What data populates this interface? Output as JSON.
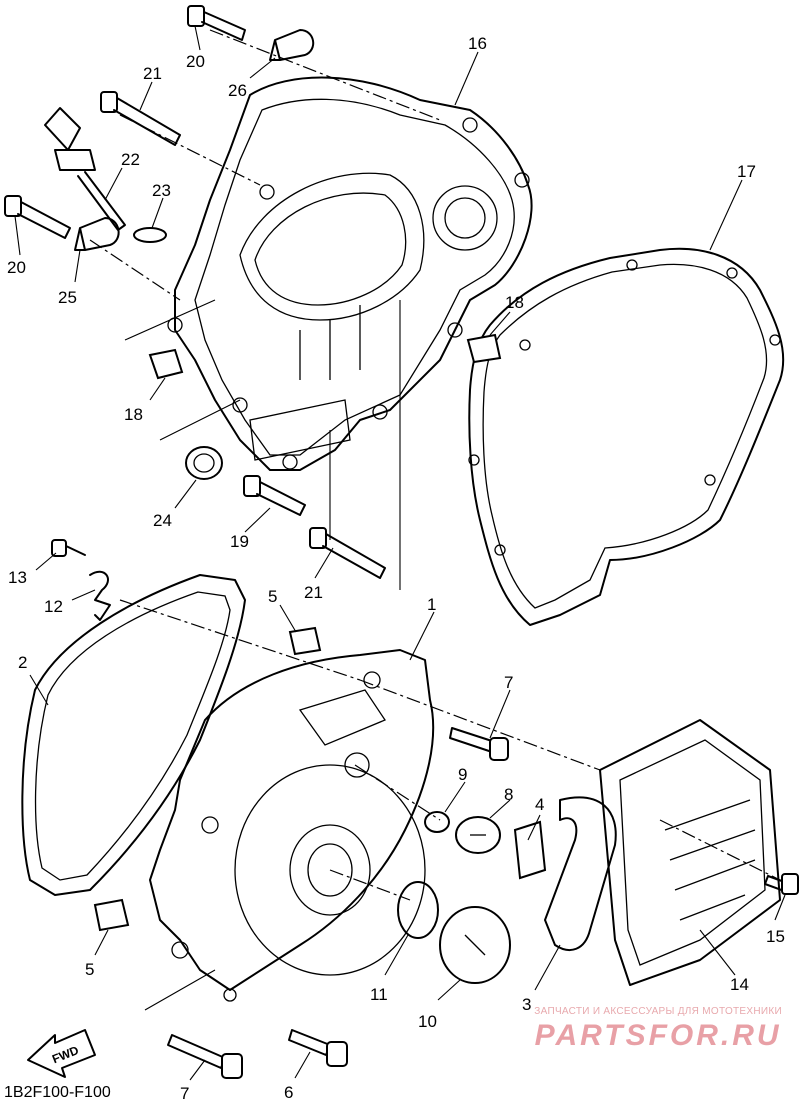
{
  "diagram": {
    "callouts": [
      "1",
      "2",
      "3",
      "4",
      "5",
      "5",
      "6",
      "7",
      "7",
      "8",
      "9",
      "10",
      "11",
      "12",
      "13",
      "14",
      "15",
      "16",
      "17",
      "18",
      "18",
      "19",
      "20",
      "20",
      "21",
      "21",
      "22",
      "23",
      "24",
      "25",
      "26"
    ],
    "fwd_label": "FWD",
    "code": "1B2F100-F100"
  },
  "watermark": {
    "tagline": "ЗАПЧАСТИ И АКСЕССУАРЫ ДЛЯ МОТОТЕХНИКИ",
    "brand": "PARTSFOR.RU",
    "color": "#e8a0a6"
  }
}
